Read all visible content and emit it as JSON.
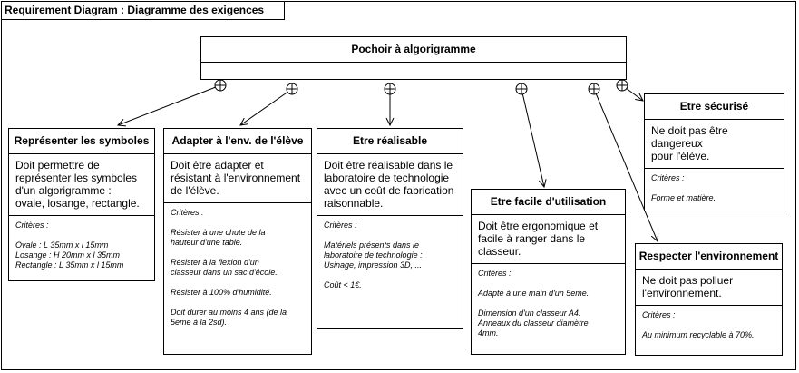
{
  "diagram": {
    "title": "Requirement Diagram : Diagramme des exigences",
    "root": {
      "label": "Pochoir à algorigramme"
    },
    "requirements": [
      {
        "id": "symboles",
        "title": "Représenter les symboles",
        "description": [
          "Doit permettre de",
          "représenter les symboles",
          "d'un algorigramme :",
          "ovale, losange, rectangle."
        ],
        "criteria_label": "Critères :",
        "criteria": [
          [
            "Ovale : L 35mm x l 15mm",
            "Losange : H 20mm x l 35mm",
            "Rectangle : L 35mm x l 15mm"
          ]
        ]
      },
      {
        "id": "eleve",
        "title": "Adapter à l'env. de l'élève",
        "description": [
          "Doit être adapter et",
          "résistant à l'environnement",
          "de l'élève."
        ],
        "criteria_label": "Critères :",
        "criteria": [
          [
            "Résister à une chute de la",
            "hauteur d'une table."
          ],
          [
            "Résister à la flexion d'un",
            "classeur dans un sac d'école."
          ],
          [
            "Résister à 100% d'humidité."
          ],
          [
            "Doit durer au moins 4 ans (de la",
            "5eme à la 2sd)."
          ]
        ]
      },
      {
        "id": "realisable",
        "title": "Etre réalisable",
        "description": [
          "Doit être réalisable dans le",
          "laboratoire de technologie",
          "avec un coût de fabrication",
          "raisonnable."
        ],
        "criteria_label": "Critères :",
        "criteria": [
          [
            "Matériels présents dans le",
            "laboratoire de technologie :",
            "Usinage, impression 3D, ..."
          ],
          [
            "Coût < 1€."
          ]
        ]
      },
      {
        "id": "utilisation",
        "title": "Etre facile d'utilisation",
        "description": [
          "Doit être ergonomique et",
          "facile à ranger dans le",
          "classeur."
        ],
        "criteria_label": "Critères :",
        "criteria": [
          [
            "Adapté à une main d'un 5eme."
          ],
          [
            "Dimension d'un classeur A4.",
            "Anneaux du classeur diamètre",
            "4mm."
          ]
        ]
      },
      {
        "id": "environnement",
        "title": "Respecter l'environnement",
        "description": [
          "Ne doit pas polluer",
          "l'environnement."
        ],
        "criteria_label": "Critères :",
        "criteria": [
          [
            "Au minimum recyclable à 70%."
          ]
        ]
      },
      {
        "id": "securise",
        "title": "Etre sécurisé",
        "description": [
          "Ne doit pas être dangereux",
          "pour l'élève."
        ],
        "criteria_label": "Critères :",
        "criteria": [
          [
            "Forme et matière."
          ]
        ]
      }
    ]
  }
}
